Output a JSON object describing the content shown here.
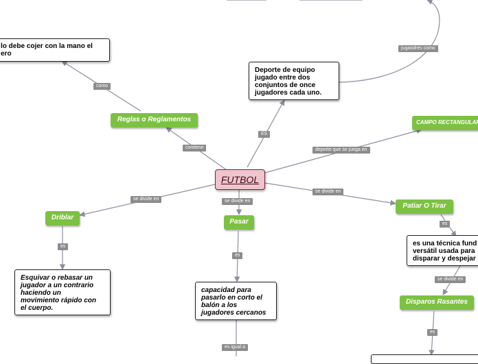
{
  "central": "FUTBOL",
  "nodes": {
    "coger": "lo debe cojer con la mano el\nero",
    "definicion": "Deporte de equipo\njugado entre dos\nconjuntos de once\njugadores cada uno.",
    "reglas": "Reglas o Reglamentos",
    "campo": "CAMPO RECTANGULAR",
    "driblar": "Driblar",
    "pasar": "Pasar",
    "patiar": "Patiar O Tirar",
    "esquivar": "Esquivar o rebasar un\njugador a un contrario\nhaciendo un\nmovimiento rápido con\nel cuerpo.",
    "capacidad": "capacidad para\npasarlo en corto el\nbalón a los\njugadores cercanos",
    "tecnica": "es una técnica fund\nversátil usada para\ndisparar y despejar",
    "disparos": "Disparos Rasantes"
  },
  "labels": {
    "como": "como",
    "jugadores_como": "jugaodres como",
    "es_upper": "ES",
    "contiene": "contiene",
    "deporte_juega": "deporte que se juega en",
    "divide_driblar": "se divide en",
    "divide_pasar": "se divide en",
    "divide_patiar": "se divide en",
    "es_driblar": "es",
    "es_pasar": "es",
    "es_patiar": "es",
    "divide_tecnica": "se divide en",
    "es_disparos": "es",
    "igual": "es igual a"
  },
  "colors": {
    "edge": "#8a8f9e",
    "label_bg": "#8c8c8c",
    "green": "#7dc142",
    "central_bg": "#f0c4cc",
    "central_border": "#6b2a3a"
  }
}
